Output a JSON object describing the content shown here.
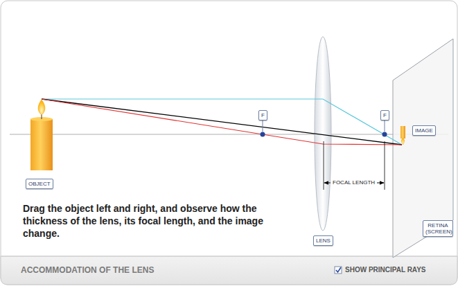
{
  "diagram": {
    "title": "ACCOMMODATION OF THE LENS",
    "nodes": [
      {
        "text": [
          "F"
        ]
      },
      {
        "text": [
          "F"
        ]
      },
      {
        "text": [
          "IMAGE"
        ]
      },
      {
        "text": [
          "OBJECT"
        ]
      },
      {
        "text": [
          "RETINA (SCREEN)"
        ]
      },
      {
        "text": [
          "LENS"
        ]
      }
    ],
    "labels": [
      "FOCAL LENGTH",
      "Drag the object left and right, and observe how the thickness of the lens, its focal length, and the image change.",
      "SHOW PRINCIPAL RAYS"
    ]
  }
}
